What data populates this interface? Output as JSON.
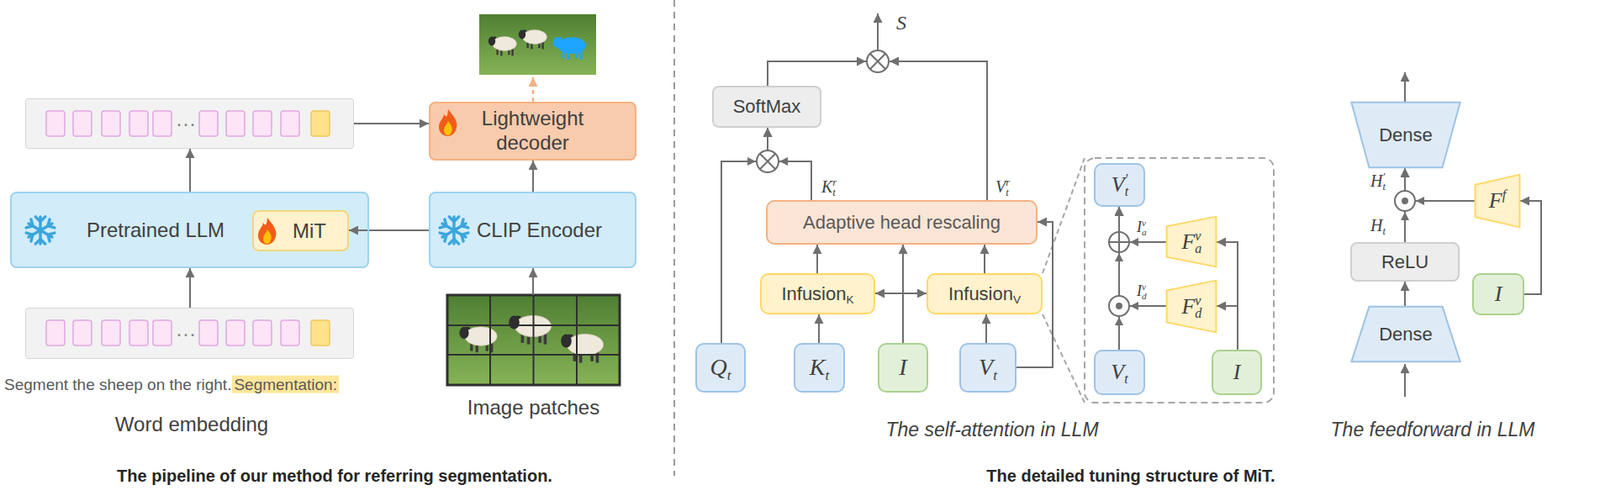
{
  "diagram": {
    "nodes": [
      {
        "text": [
          "···"
        ]
      },
      {
        "text": [
          "Lightweight decoder"
        ]
      },
      {
        "text": [
          "Pretrained LLM"
        ]
      },
      {
        "text": [
          "MiT"
        ],
        "in": 2
      },
      {
        "text": [
          "CLIP Encoder"
        ]
      },
      {
        "text": [
          "···"
        ]
      },
      {
        "text": [
          "Image patches"
        ]
      },
      {
        "text": [
          "SoftMax"
        ]
      },
      {
        "text": [
          "Adaptive head rescaling"
        ]
      },
      {
        "text": [
          "InfusionK"
        ]
      },
      {
        "text": [
          "InfusionV"
        ]
      },
      {
        "text": [
          "Qt"
        ]
      },
      {
        "text": [
          "Kt"
        ]
      },
      {
        "text": [
          "I"
        ]
      },
      {
        "text": [
          "Vt"
        ]
      },
      {
        "text": [
          "Vt′"
        ]
      },
      {
        "text": [
          "Fav"
        ]
      },
      {
        "text": [
          "Fdv"
        ]
      },
      {
        "text": [
          "Vt"
        ]
      },
      {
        "text": [
          "I"
        ]
      },
      {
        "text": [
          "Dense"
        ]
      },
      {
        "text": [
          "Ff"
        ]
      },
      {
        "text": [
          "ReLU"
        ]
      },
      {
        "text": [
          "I"
        ]
      },
      {
        "text": [
          "Dense"
        ]
      }
    ],
    "edges": [
      {
        "from": 5,
        "to": 2,
        "arrow": "to"
      },
      {
        "from": 2,
        "to": 0,
        "arrow": "to"
      },
      {
        "from": 0,
        "to": 1,
        "arrow": "to"
      },
      {
        "from": 4,
        "to": 1,
        "arrow": "to"
      },
      {
        "from": 6,
        "to": 4,
        "arrow": "to"
      },
      {
        "from": 4,
        "to": 3,
        "arrow": "to"
      },
      {
        "from": 11,
        "to": 7,
        "arrow": "to"
      },
      {
        "from": 8,
        "to": 7,
        "arrow": "to"
      },
      {
        "from": 12,
        "to": 9,
        "arrow": "to"
      },
      {
        "from": 13,
        "to": 9,
        "arrow": "to"
      },
      {
        "from": 13,
        "to": 10,
        "arrow": "to"
      },
      {
        "from": 13,
        "to": 8,
        "arrow": "to"
      },
      {
        "from": 14,
        "to": 10,
        "arrow": "to"
      },
      {
        "from": 9,
        "to": 8,
        "arrow": "to"
      },
      {
        "from": 10,
        "to": 8,
        "arrow": "to"
      },
      {
        "from": 14,
        "to": 8,
        "arrow": "to"
      },
      {
        "from": 18,
        "to": 15,
        "arrow": "to"
      },
      {
        "from": 17,
        "to": 15,
        "arrow": "to"
      },
      {
        "from": 16,
        "to": 15,
        "arrow": "to"
      },
      {
        "from": 19,
        "to": 16,
        "arrow": "to"
      },
      {
        "from": 19,
        "to": 17,
        "arrow": "to"
      },
      {
        "from": 24,
        "to": 22,
        "arrow": "to"
      },
      {
        "from": 22,
        "to": 20,
        "arrow": "to"
      },
      {
        "from": 21,
        "to": 20,
        "arrow": "to"
      },
      {
        "from": 23,
        "to": 21,
        "arrow": "to"
      }
    ],
    "labels": [
      "Segment the sheep on the right.",
      "Segmentation:",
      "Word embedding",
      "The pipeline of our method for referring segmentation.",
      "S",
      "Ktr",
      "Vtr",
      "Iav",
      "Idv",
      "The self-attention in LLM",
      "Ht′",
      "Ht",
      "The feedforward in LLM",
      "The detailed tuning structure of MiT."
    ]
  }
}
